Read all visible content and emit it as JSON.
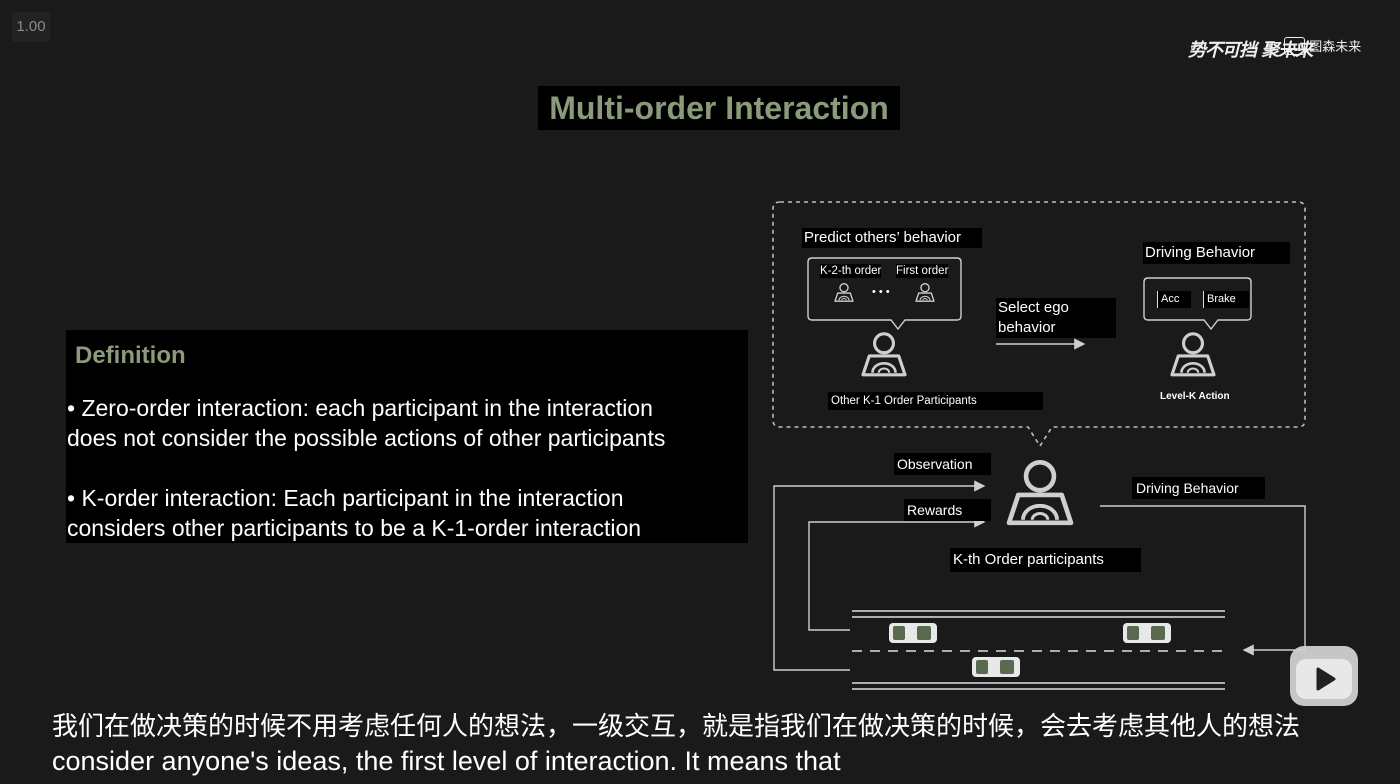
{
  "player": {
    "speed": "1.00"
  },
  "branding": {
    "logo_text": "势不可挡 聚未来",
    "brand_mark": "tu",
    "brand_name": "图森未来"
  },
  "slide": {
    "title": "Multi-order Interaction",
    "definition": {
      "heading": "Definition",
      "bullet1_line1": "• Zero-order interaction: each participant in the interaction",
      "bullet1_line2": "does not consider the possible actions of other participants",
      "bullet2_line1": "• K-order interaction: Each participant in the interaction",
      "bullet2_line2": "considers other participants to be a K-1-order interaction"
    },
    "diagram": {
      "predict_label": "Predict others’ behavior",
      "k2_order": "K-2-th order",
      "first_order": "First order",
      "dots": "• • •",
      "select_ego": "Select ego",
      "behavior": "behavior",
      "driving_behavior_top": "Driving Behavior",
      "acc": "Acc",
      "brake": "Brake",
      "other_participants": "Other K-1 Order Participants",
      "level_k_action": "Level-K Action",
      "observation": "Observation",
      "rewards": "Rewards",
      "driving_behavior_bottom": "Driving Behavior",
      "kth_participants": "K-th Order participants"
    }
  },
  "subtitles": {
    "zh": "我们在做决策的时候不用考虑任何人的想法，一级交互，就是指我们在做决策的时候，会去考虑其他人的想法",
    "en": "consider anyone's ideas, the first level of interaction. It means that"
  },
  "colors": {
    "background": "#1a1a1a",
    "accent": "#8a9a7a",
    "diagram_line": "#cfcfcf"
  }
}
